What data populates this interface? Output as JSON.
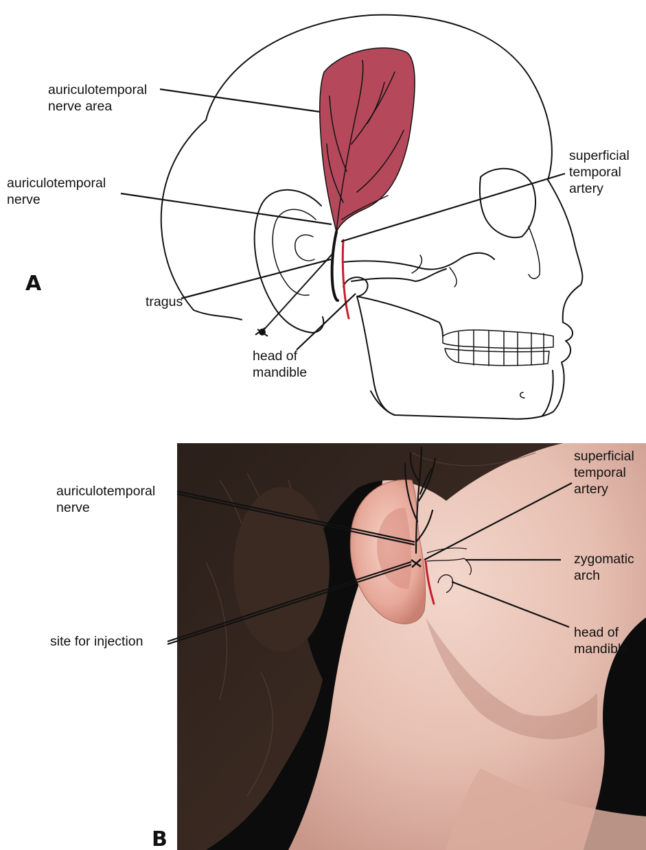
{
  "panels": {
    "a": {
      "letter": "A"
    },
    "b": {
      "letter": "B"
    }
  },
  "labels_a": {
    "nerve_area": [
      "auriculotemporal",
      "nerve area"
    ],
    "nerve": [
      "auriculotemporal",
      "nerve"
    ],
    "tragus": [
      "tragus"
    ],
    "head_of_mandible": [
      "head of",
      "mandible"
    ],
    "superficial_temporal_artery": [
      "superficial",
      "temporal",
      "artery"
    ]
  },
  "labels_b": {
    "nerve": [
      "auriculotemporal",
      "nerve"
    ],
    "site_for_injection": [
      "site for injection"
    ],
    "superficial_temporal_artery": [
      "superficial",
      "temporal",
      "artery"
    ],
    "zygomatic_arch": [
      "zygomatic",
      "arch"
    ],
    "head_of_mandible": [
      "head of",
      "mandible"
    ]
  },
  "colors": {
    "nerve_area_fill": "#b5495b",
    "artery": "#c41e2a",
    "line": "#111111",
    "photo_background": "#0c0c0c",
    "skin": "#e9c3b6"
  }
}
